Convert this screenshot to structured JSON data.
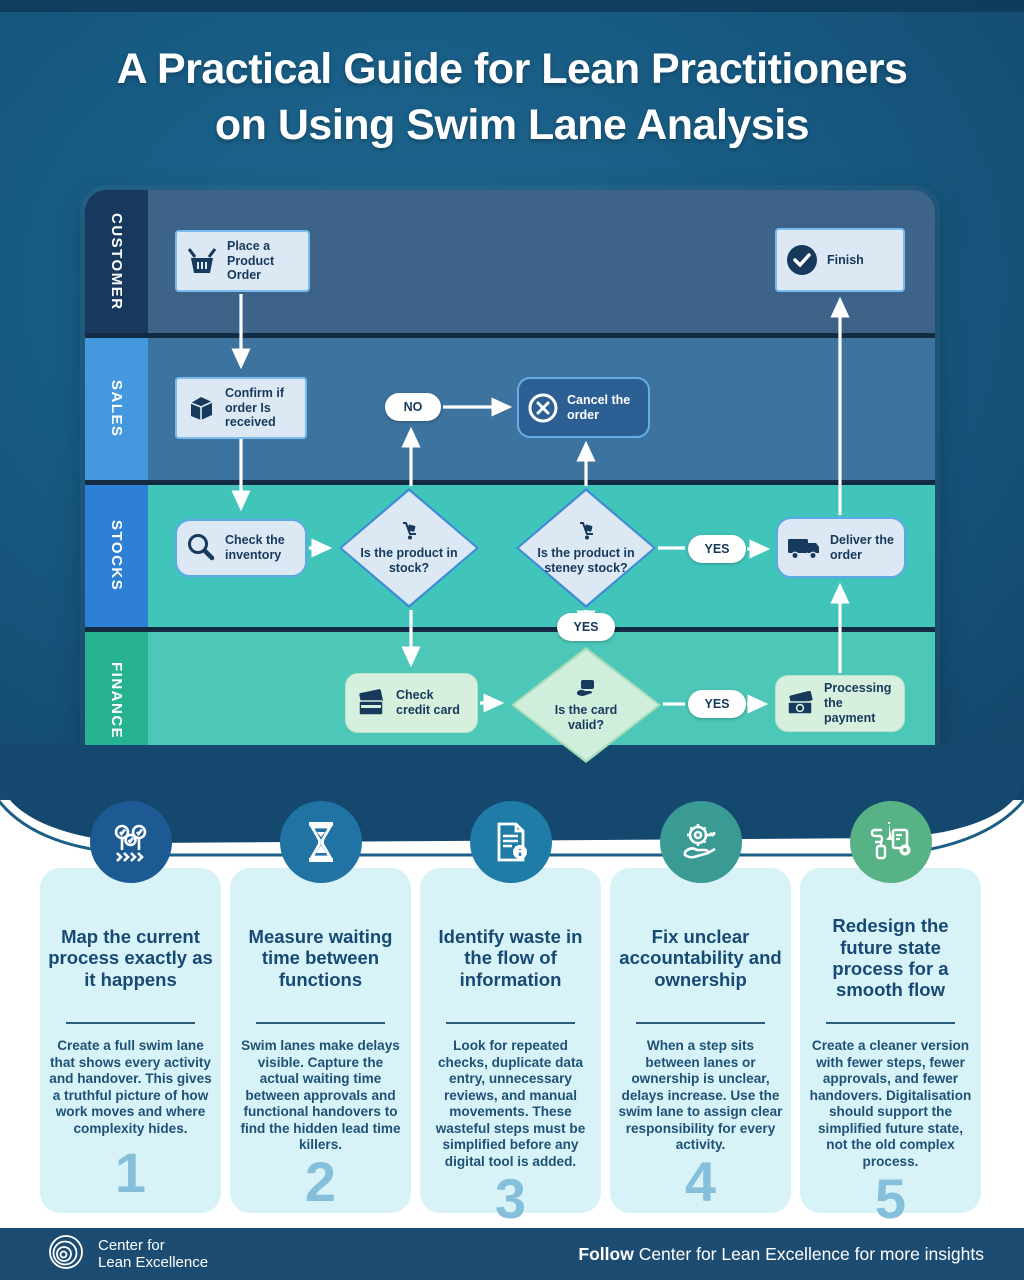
{
  "title": {
    "line1": "A Practical Guide for Lean Practitioners",
    "line2": "on Using Swim Lane Analysis"
  },
  "diagram": {
    "lanes": [
      {
        "label": "CUSTOMER",
        "label_color": "#17395d",
        "body_color": "#3e6388"
      },
      {
        "label": "SALES",
        "label_color": "#4498dd",
        "body_color": "#3d739f"
      },
      {
        "label": "STOCKS",
        "label_color": "#2e80d5",
        "body_color": "#41c4ba"
      },
      {
        "label": "FINANCE",
        "label_color": "#27b391",
        "body_color": "#4cc7b8"
      }
    ],
    "nodes": {
      "place_order": {
        "label": "Place a Product Order",
        "icon": "shopping-basket-icon"
      },
      "finish": {
        "label": "Finish",
        "icon": "check-circle-icon"
      },
      "confirm": {
        "label": "Confirm if order Is received",
        "icon": "package-box-icon"
      },
      "no_pill": {
        "label": "NO"
      },
      "cancel": {
        "label": "Cancel the order",
        "icon": "x-circle-icon"
      },
      "check_inventory": {
        "label": "Check the inventory",
        "icon": "magnifier-icon"
      },
      "in_stock": {
        "label": "Is the product in stock?",
        "icon": "hand-truck-icon"
      },
      "steney_stock": {
        "label": "Is the product in steney stock?",
        "icon": "hand-truck-icon"
      },
      "yes_deliver": {
        "label": "YES"
      },
      "deliver": {
        "label": "Deliver the order",
        "icon": "delivery-truck-icon"
      },
      "yes_boundary": {
        "label": "YES"
      },
      "check_credit": {
        "label": "Check credit card",
        "icon": "credit-card-icon"
      },
      "card_valid": {
        "label": "Is the card valid?",
        "icon": "hand-card-icon"
      },
      "yes_payment": {
        "label": "YES"
      },
      "processing": {
        "label": "Processing the payment",
        "icon": "banknotes-icon"
      }
    }
  },
  "steps": [
    {
      "number": "1",
      "icon": "journey-map-icon",
      "icon_color": "#1d5a94",
      "title": "Map the current process exactly as it happens",
      "body": "Create a full swim lane that shows every activity and handover. This gives a truthful picture of how work moves and where complexity hides."
    },
    {
      "number": "2",
      "icon": "hourglass-icon",
      "icon_color": "#2173a3",
      "title": "Measure waiting time between functions",
      "body": "Swim lanes make delays visible. Capture the actual waiting time between approvals and functional handovers to find the hidden lead time killers."
    },
    {
      "number": "3",
      "icon": "document-info-icon",
      "icon_color": "#1f7ca7",
      "title": "Identify waste in the flow of information",
      "body": "Look for repeated checks, duplicate data entry, unnecessary reviews, and manual movements. These wasteful steps must be simplified before any digital tool is added."
    },
    {
      "number": "4",
      "icon": "gear-hand-icon",
      "icon_color": "#3a9a94",
      "title": "Fix unclear accountability and ownership",
      "body": "When a step sits between lanes or ownership is unclear, delays increase. Use the swim lane to assign clear responsibility for every activity."
    },
    {
      "number": "5",
      "icon": "redesign-tools-icon",
      "icon_color": "#57b385",
      "title": "Redesign the future state process for a smooth flow",
      "body": "Create a cleaner version with fewer steps, fewer approvals, and fewer handovers. Digitalisation should support the simplified future state, not the old complex process."
    }
  ],
  "footer": {
    "brand_line1": "Center for",
    "brand_line2": "Lean Excellence",
    "follow_bold": "Follow",
    "follow_rest": " Center for Lean Excellence for more insights"
  },
  "colors": {
    "background": "#175a82",
    "card": "#d8f3f8",
    "footer": "#1d4c72",
    "node_light": "#dce9f5",
    "node_dark": "#2c5f93",
    "node_green": "#d7efdd",
    "diamond_border": "#3f8ad6",
    "arrow": "#ffffff",
    "number": "#85bfda"
  }
}
